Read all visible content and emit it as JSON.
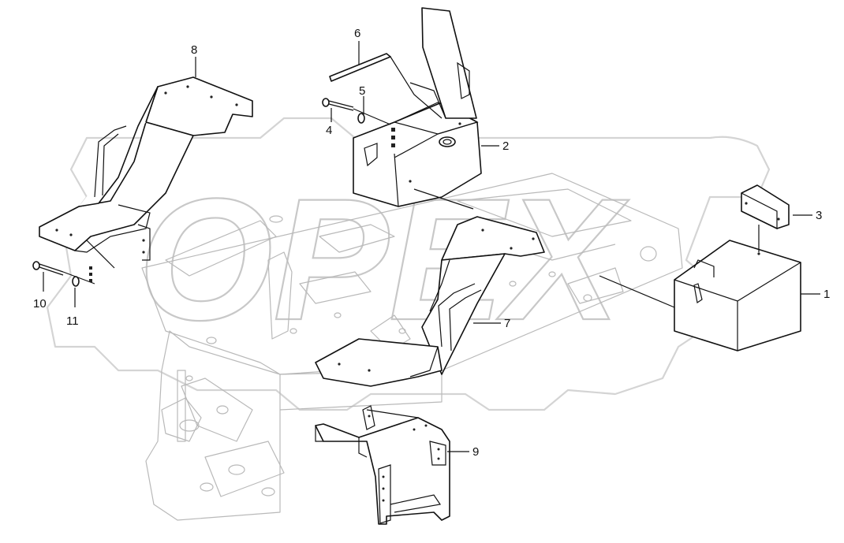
{
  "diagram": {
    "watermark": "OPEX",
    "corner_mark": "",
    "callouts": [
      {
        "id": "c1",
        "label": "1"
      },
      {
        "id": "c2",
        "label": "2"
      },
      {
        "id": "c3",
        "label": "3"
      },
      {
        "id": "c4",
        "label": "4"
      },
      {
        "id": "c5",
        "label": "5"
      },
      {
        "id": "c6",
        "label": "6"
      },
      {
        "id": "c7",
        "label": "7"
      },
      {
        "id": "c8",
        "label": "8"
      },
      {
        "id": "c9",
        "label": "9"
      },
      {
        "id": "c10",
        "label": "10"
      },
      {
        "id": "c11",
        "label": "11"
      }
    ],
    "colors": {
      "line": "#111111",
      "frame": "#b9b9b9",
      "watermark": "#d4d4d4"
    }
  }
}
